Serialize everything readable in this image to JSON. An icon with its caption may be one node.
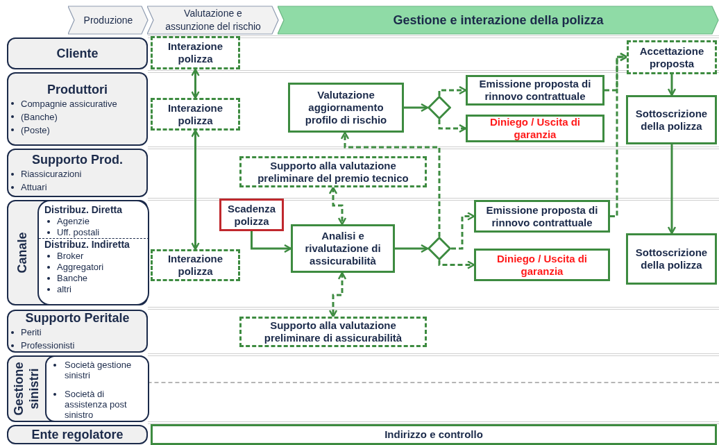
{
  "diagram": {
    "nodes": [
      {
        "text": [
          "Produzione"
        ]
      },
      {
        "text": [
          "Valutazione e assunzione del rischio"
        ]
      },
      {
        "text": [
          "Gestione e interazione della polizza"
        ]
      },
      {
        "text": [
          "Cliente"
        ]
      },
      {
        "text": [
          "Produttori",
          "Compagnie assicurative",
          "(Banche)",
          "(Poste)"
        ]
      },
      {
        "text": [
          "Supporto Prod.",
          "Riassicurazioni",
          "Attuari"
        ]
      },
      {
        "text": [
          "Canale"
        ]
      },
      {
        "text": [
          "Distribuz. Diretta",
          "Agenzie",
          "Uff. postali",
          "Distribuz. Indiretta",
          "Broker",
          "Aggregatori",
          "Banche",
          "altri"
        ],
        "in": 6
      },
      {
        "text": [
          "Supporto Peritale",
          "Periti",
          "Professionisti"
        ]
      },
      {
        "text": [
          "Gestione sinistri"
        ]
      },
      {
        "text": [
          "Società gestione sinistri",
          "Società di assistenza post sinistro"
        ],
        "in": 9
      },
      {
        "text": [
          "Ente regolatore"
        ]
      },
      {
        "text": [
          "Interazione polizza"
        ]
      },
      {
        "text": [
          "Accettazione proposta"
        ]
      },
      {
        "text": [
          "Emissione proposta di rinnovo contrattuale"
        ]
      },
      {
        "text": [
          "Valutazione aggiornamento profilo di rischio"
        ]
      },
      {
        "text": [
          "Sottoscrizione della polizza"
        ]
      },
      {
        "text": [
          "Interazione polizza"
        ]
      },
      {
        "text": [],
        "shape": "diamond"
      },
      {
        "text": [
          "Diniego / Uscita di garanzia"
        ]
      },
      {
        "text": [
          "Supporto alla valutazione preliminare del premio tecnico"
        ]
      },
      {
        "text": [
          "Scadenza polizza"
        ]
      },
      {
        "text": [
          "Emissione proposta di rinnovo contrattuale"
        ]
      },
      {
        "text": [
          "Analisi e rivalutazione di assicurabilità"
        ]
      },
      {
        "text": [
          "Sottoscrizione della polizza"
        ]
      },
      {
        "text": [],
        "shape": "diamond"
      },
      {
        "text": [
          "Diniego / Uscita di garanzia"
        ]
      },
      {
        "text": [
          "Interazione polizza"
        ]
      },
      {
        "text": [
          "Supporto alla valutazione preliminare di assicurabilità"
        ]
      },
      {
        "text": [
          "Indirizzo e controllo"
        ]
      }
    ],
    "edges": [
      {
        "from": 12,
        "to": 17,
        "arrow": "both"
      },
      {
        "from": 27,
        "to": 17,
        "arrow": "both"
      },
      {
        "from": 21,
        "to": 23,
        "arrow": "to"
      },
      {
        "from": 23,
        "to": 25,
        "arrow": "to"
      },
      {
        "from": 20,
        "to": 23,
        "arrow": "both",
        "style": "dashed"
      },
      {
        "from": 23,
        "to": 28,
        "arrow": "both",
        "style": "dashed"
      },
      {
        "from": 25,
        "to": 15,
        "arrow": "to",
        "style": "dashed"
      },
      {
        "from": 15,
        "to": 18,
        "arrow": "to"
      },
      {
        "from": 18,
        "to": 14,
        "arrow": "to",
        "style": "dashed"
      },
      {
        "from": 18,
        "to": 19,
        "arrow": "to",
        "style": "dashed"
      },
      {
        "from": 25,
        "to": 22,
        "arrow": "to",
        "style": "dashed"
      },
      {
        "from": 25,
        "to": 26,
        "arrow": "to",
        "style": "dashed"
      },
      {
        "from": 14,
        "to": 13,
        "arrow": "to",
        "style": "dashed"
      },
      {
        "from": 22,
        "to": 13,
        "arrow": "to",
        "style": "dashed"
      },
      {
        "from": 13,
        "to": 16,
        "arrow": "to"
      },
      {
        "from": 16,
        "to": 24,
        "arrow": "to"
      }
    ]
  }
}
